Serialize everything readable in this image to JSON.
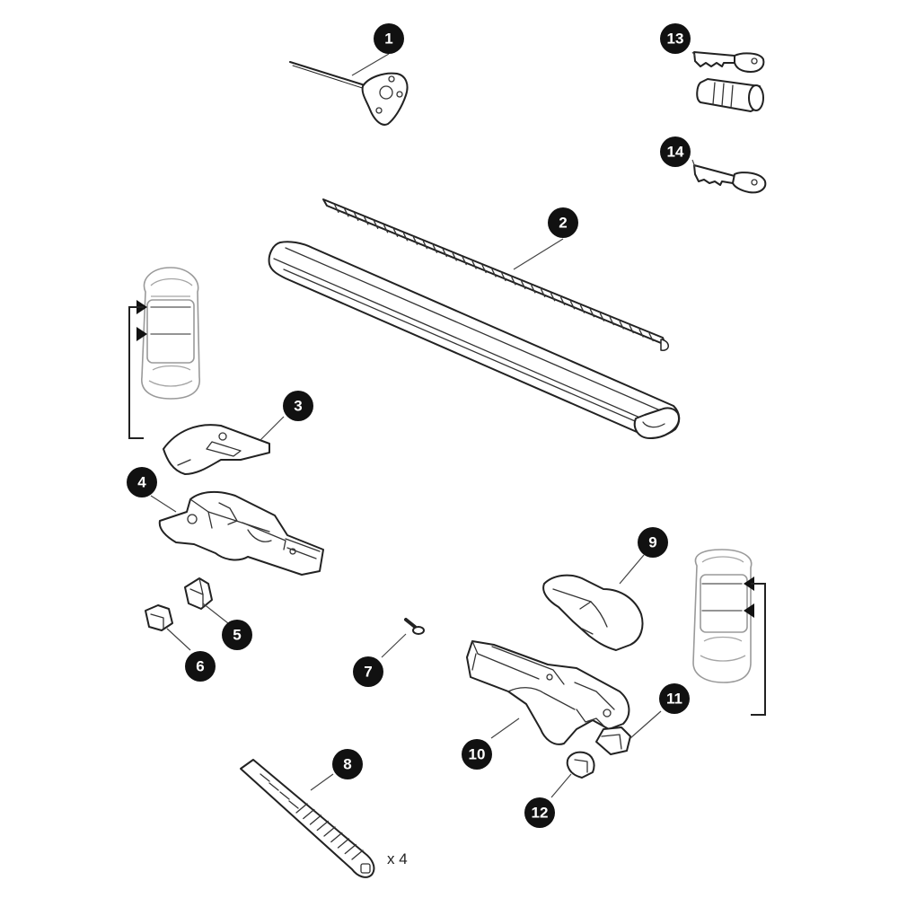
{
  "callouts": {
    "c1": "1",
    "c2": "2",
    "c3": "3",
    "c4": "4",
    "c5": "5",
    "c6": "6",
    "c7": "7",
    "c8": "8",
    "c9": "9",
    "c10": "10",
    "c11": "11",
    "c12": "12",
    "c13": "13",
    "c14": "14"
  },
  "strap_quantity": "x 4",
  "colors": {
    "ink": "#222222",
    "badge": "#111111",
    "ghost_vehicle": "#9a9a9a"
  }
}
